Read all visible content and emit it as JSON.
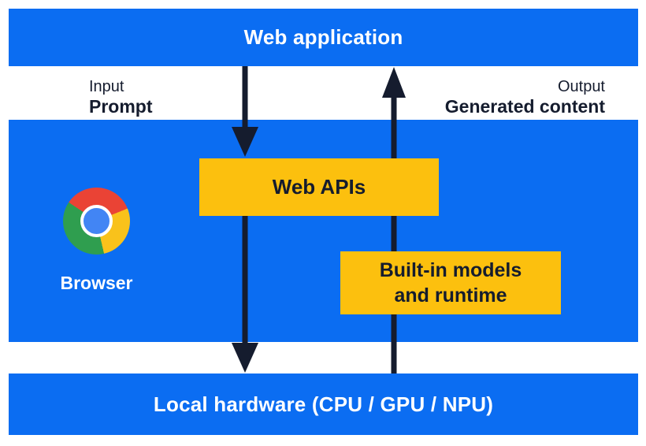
{
  "colors": {
    "blue": "#0b6df2",
    "yellow": "#fcc00e",
    "navy": "#151c2e",
    "white": "#ffffff",
    "chrome_red": "#ea4335",
    "chrome_yellow": "#f9c21b",
    "chrome_green": "#2f9e4f",
    "chrome_blue": "#4285f4"
  },
  "diagram": {
    "top_bar": {
      "label": "Web application"
    },
    "flow_labels": {
      "input_title": "Input",
      "input_value": "Prompt",
      "output_title": "Output",
      "output_value": "Generated content"
    },
    "browser_section": {
      "browser_label": "Browser",
      "web_apis_label": "Web APIs",
      "builtin_models_line1": "Built-in models",
      "builtin_models_line2": "and runtime"
    },
    "bottom_bar": {
      "label": "Local hardware (CPU / GPU / NPU)"
    }
  }
}
